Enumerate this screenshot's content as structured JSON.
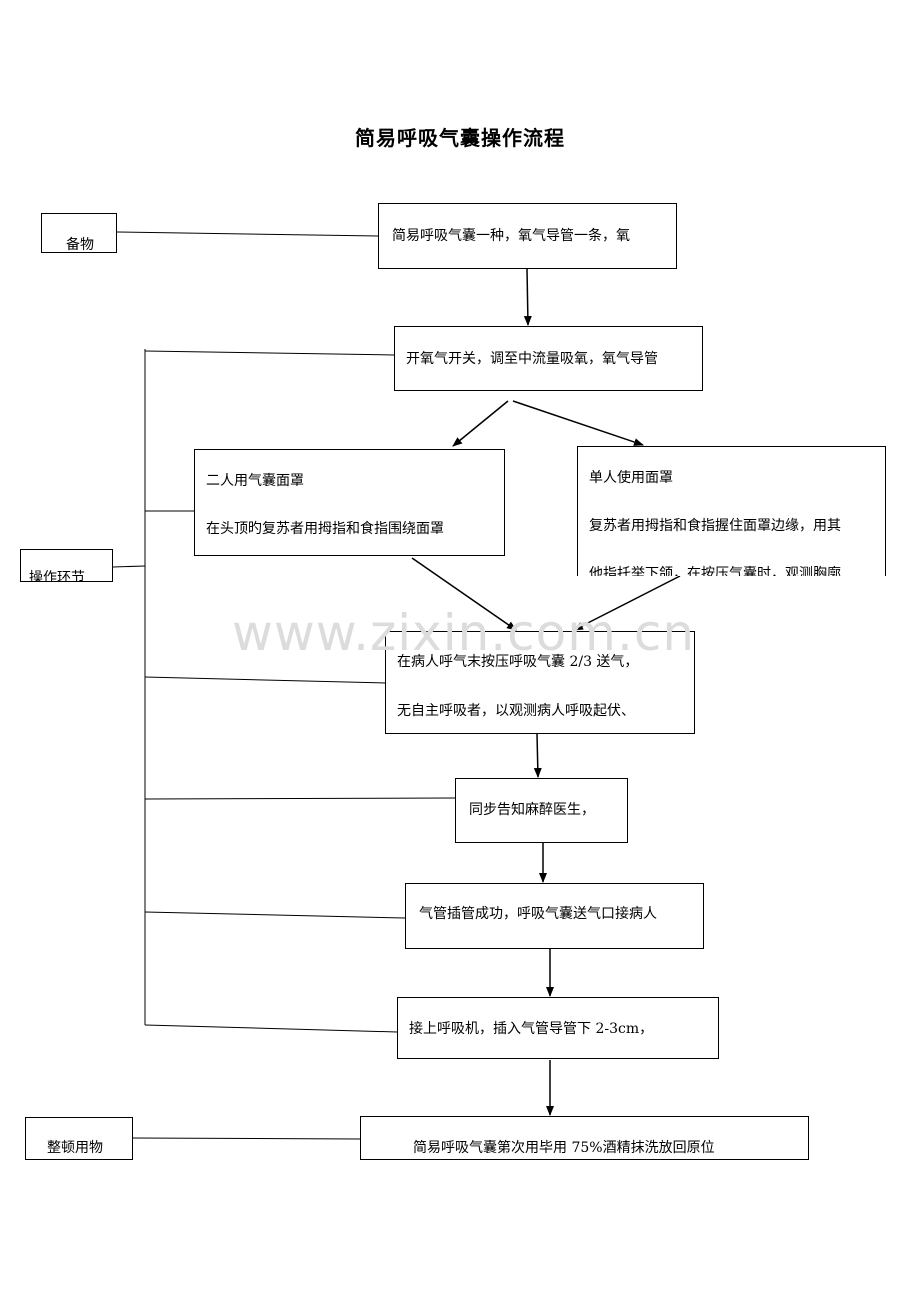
{
  "title": "简易呼吸气囊操作流程",
  "watermark": "www.zixin.com.cn",
  "side_labels": {
    "prepare": "备物",
    "operate": "操作环节",
    "tidy": "整顿用物"
  },
  "steps": {
    "s1": "简易呼吸气囊一种，氧气导管一条，氧",
    "s2": "开氧气开关，调至中流量吸氧，氧气导管",
    "left_branch": {
      "line1": "二人用气囊面罩",
      "line2": "在头顶旳复苏者用拇指和食指围绕面罩"
    },
    "right_branch": {
      "line1": "单人使用面罩",
      "line2": "复苏者用拇指和食指握住面罩边缘，用其",
      "line3": "他指托举下颌，在按压气囊时，观测胸廓"
    },
    "s4": {
      "line1": "在病人呼气末按压呼吸气囊 2/3 送气，",
      "line2": "无自主呼吸者，以观测病人呼吸起伏、"
    },
    "s5": "同步告知麻醉医生，",
    "s6": "气管插管成功，呼吸气囊送气口接病人",
    "s7": "接上呼吸机，插入气管导管下 2-3cm，",
    "s8": "简易呼吸气囊第次用毕用 75%酒精抹洗放回原位"
  }
}
